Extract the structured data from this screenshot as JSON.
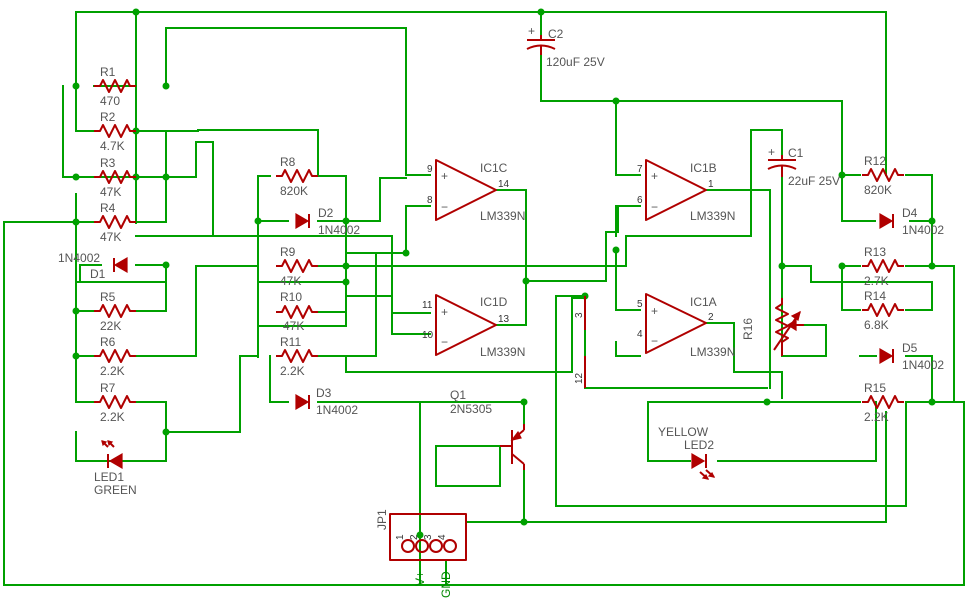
{
  "components": {
    "R1": {
      "name": "R1",
      "value": "470"
    },
    "R2": {
      "name": "R2",
      "value": "4.7K"
    },
    "R3": {
      "name": "R3",
      "value": "47K"
    },
    "R4": {
      "name": "R4",
      "value": "47K"
    },
    "R5": {
      "name": "R5",
      "value": "22K"
    },
    "R6": {
      "name": "R6",
      "value": "2.2K"
    },
    "R7": {
      "name": "R7",
      "value": "2.2K"
    },
    "R8": {
      "name": "R8",
      "value": "820K"
    },
    "R9": {
      "name": "R9",
      "value": "47K"
    },
    "R10": {
      "name": "R10",
      "value": "47K"
    },
    "R11": {
      "name": "R11",
      "value": "2.2K"
    },
    "R12": {
      "name": "R12",
      "value": "820K"
    },
    "R13": {
      "name": "R13",
      "value": "2.7K"
    },
    "R14": {
      "name": "R14",
      "value": "6.8K"
    },
    "R15": {
      "name": "R15",
      "value": "2.2K"
    },
    "R16": {
      "name": "R16"
    },
    "C1": {
      "name": "C1",
      "value": "22uF 25V"
    },
    "C2": {
      "name": "C2",
      "value": "120uF 25V"
    },
    "D1": {
      "name": "D1",
      "value": "1N4002"
    },
    "D2": {
      "name": "D2",
      "value": "1N4002"
    },
    "D3": {
      "name": "D3",
      "value": "1N4002"
    },
    "D4": {
      "name": "D4",
      "value": "1N4002"
    },
    "D5": {
      "name": "D5",
      "value": "1N4002"
    },
    "IC1A": {
      "name": "IC1A",
      "value": "LM339N",
      "pin_plus": "5",
      "pin_minus": "4",
      "pin_out": "2"
    },
    "IC1B": {
      "name": "IC1B",
      "value": "LM339N",
      "pin_plus": "7",
      "pin_minus": "6",
      "pin_out": "1"
    },
    "IC1C": {
      "name": "IC1C",
      "value": "LM339N",
      "pin_plus": "9",
      "pin_minus": "8",
      "pin_out": "14"
    },
    "IC1D": {
      "name": "IC1D",
      "value": "LM339N",
      "pin_plus": "11",
      "pin_minus": "10",
      "pin_out": "13"
    },
    "Q1": {
      "name": "Q1",
      "value": "2N5305"
    },
    "LED1": {
      "name": "LED1",
      "value": "GREEN"
    },
    "LED2": {
      "name": "LED2",
      "value": "YELLOW"
    },
    "JP1": {
      "name": "JP1",
      "pins": [
        "1",
        "2",
        "3",
        "4"
      ]
    }
  },
  "supply_pins": {
    "pin3": "3",
    "pin12": "12"
  },
  "net_labels": {
    "vplus": "V+",
    "gnd": "GND"
  },
  "symbols": {
    "plus": "+",
    "minus": "−"
  },
  "colors": {
    "wire": "#00a000",
    "component": "#b00000",
    "label": "#555555",
    "net_label": "#008800",
    "background": "#ffffff"
  }
}
